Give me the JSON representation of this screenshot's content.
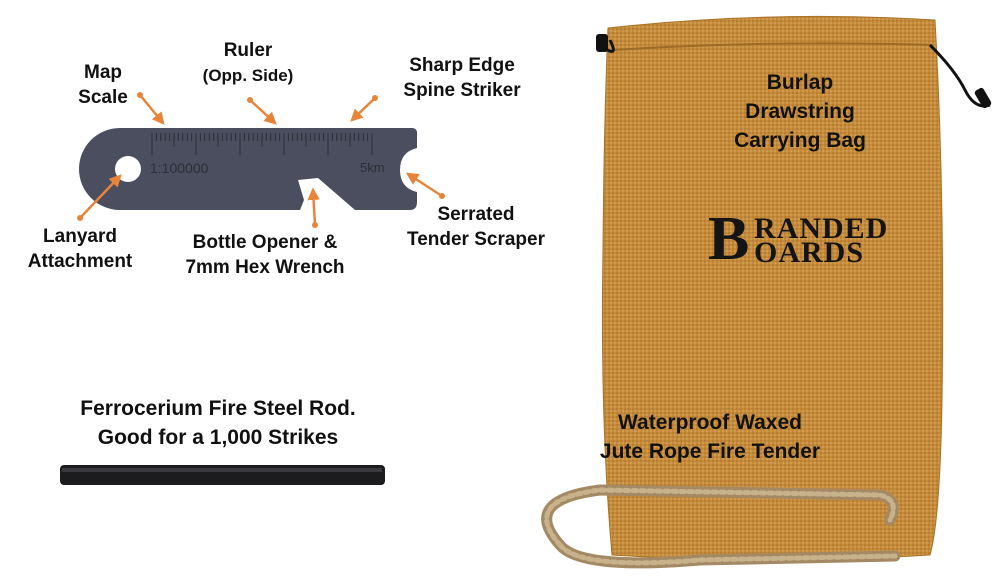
{
  "multitool": {
    "scale_text": "1:100000",
    "distance_text": "5km",
    "callouts": {
      "map_scale": [
        "Map",
        "Scale"
      ],
      "ruler": [
        "Ruler",
        "(Opp. Side)"
      ],
      "spine_striker": [
        "Sharp Edge",
        "Spine Striker"
      ],
      "lanyard": [
        "Lanyard",
        "Attachment"
      ],
      "bottle_opener": [
        "Bottle Opener &",
        "7mm Hex Wrench"
      ],
      "scraper": [
        "Serrated",
        "Tender Scraper"
      ]
    }
  },
  "bag": {
    "label": [
      "Burlap",
      "Drawstring",
      "Carrying Bag"
    ],
    "logo": {
      "first": "B",
      "line1": "RANDED",
      "line2": "OARDS"
    }
  },
  "rod": {
    "label": [
      "Ferrocerium Fire Steel Rod.",
      "Good for a 1,000 Strikes"
    ]
  },
  "rope": {
    "label": [
      "Waterproof Waxed",
      "Jute Rope Fire Tender"
    ]
  },
  "colors": {
    "callout": "#e8843a",
    "tool": "#4b4e5e",
    "burlap": "#c48a3a"
  }
}
